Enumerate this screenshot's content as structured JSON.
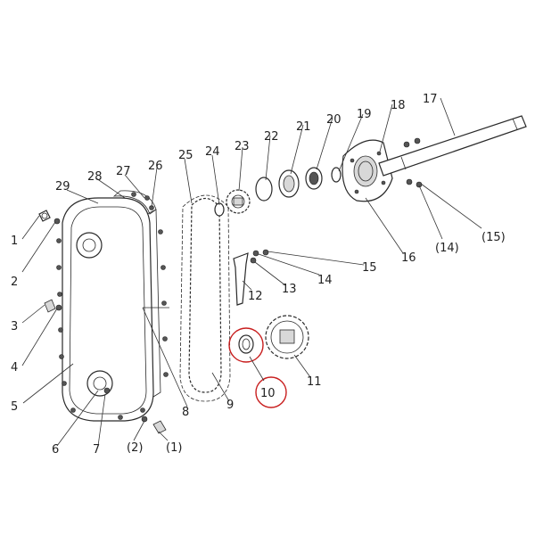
{
  "colors": {
    "line": "#2a2a2a",
    "highlight": "#c81e1e",
    "background": "#ffffff"
  },
  "callouts": {
    "c1": "1",
    "c2": "2",
    "c3": "3",
    "c4": "4",
    "c5": "5",
    "c6": "6",
    "c7": "7",
    "c8": "8",
    "c9": "9",
    "c10": "10",
    "c11": "11",
    "c12": "12",
    "c13": "13",
    "c14": "14",
    "c15": "15",
    "c16": "16",
    "c17": "17",
    "c18": "18",
    "c19": "19",
    "c20": "20",
    "c21": "21",
    "c22": "22",
    "c23": "23",
    "c24": "24",
    "c25": "25",
    "c26": "26",
    "c27": "27",
    "c28": "28",
    "c29": "29",
    "p1": "(1)",
    "p2": "(2)",
    "p14": "(14)",
    "p15": "(15)"
  },
  "highlighted_parts": [
    "10"
  ]
}
